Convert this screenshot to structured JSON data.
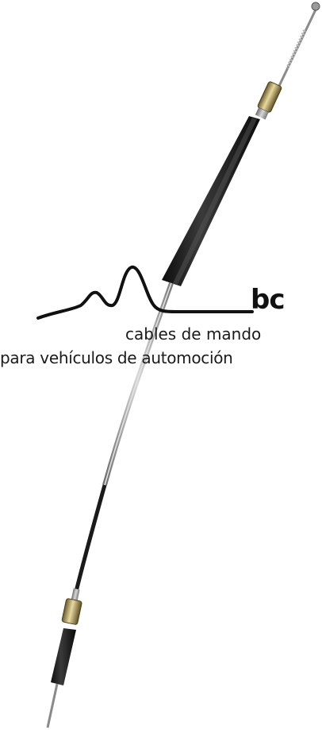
{
  "logo": {
    "text": "bc",
    "color": "#111111"
  },
  "tagline": {
    "line1": "cables de mando",
    "line2": "para vehículos de automoción"
  },
  "colors": {
    "background": "#ffffff",
    "sheath": "#1c1c1c",
    "wire": "#9a9a9a",
    "fitting": "#b8a46a"
  }
}
